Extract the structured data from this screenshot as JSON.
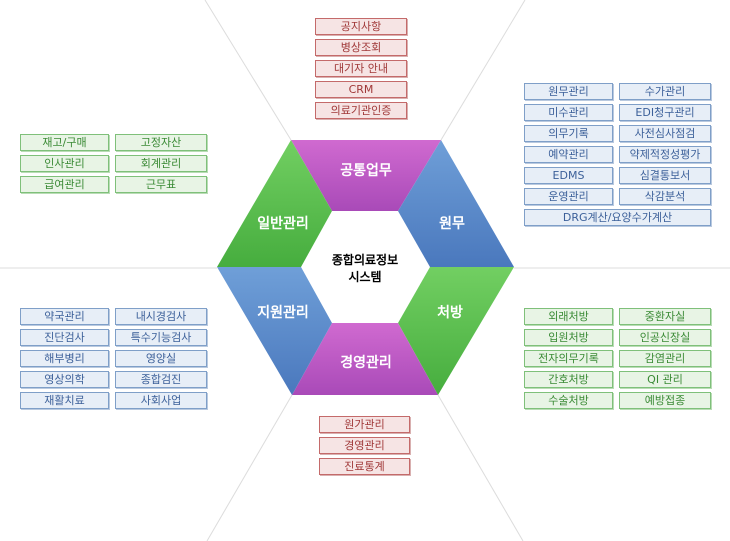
{
  "center_title": [
    "종합의료정보",
    "시스템"
  ],
  "segments": {
    "common": "공통업무",
    "hospital": "원무",
    "prescription": "처방",
    "management": "경영관리",
    "support": "지원관리",
    "general": "일반관리"
  },
  "common_items": [
    "공지사항",
    "병상조회",
    "대기자 안내",
    "CRM",
    "의료기관인증"
  ],
  "hospital_items": [
    "원무관리",
    "수가관리",
    "미수관리",
    "EDI청구관리",
    "의무기록",
    "사전심사점검",
    "예약관리",
    "약제적정성평가",
    "EDMS",
    "심결통보서",
    "운영관리",
    "삭감분석",
    "DRG계산/요양수가계산"
  ],
  "prescription_items": [
    "외래처방",
    "중환자실",
    "입원처방",
    "인공신장실",
    "전자의무기록",
    "감염관리",
    "간호처방",
    "QI 관리",
    "수술처방",
    "예방접종"
  ],
  "management_items": [
    "원가관리",
    "경영관리",
    "진료통계"
  ],
  "support_items": [
    "약국관리",
    "내시경검사",
    "진단검사",
    "특수기능검사",
    "해부병리",
    "영양실",
    "영상의학",
    "종합검진",
    "재활치료",
    "사회사업"
  ],
  "general_items": [
    "재고/구매",
    "고정자산",
    "인사관리",
    "회계관리",
    "급여관리",
    "근무표"
  ],
  "colors": {
    "purple": "#c060c8",
    "blue": "#5a86c6",
    "green": "#5cbf50"
  }
}
